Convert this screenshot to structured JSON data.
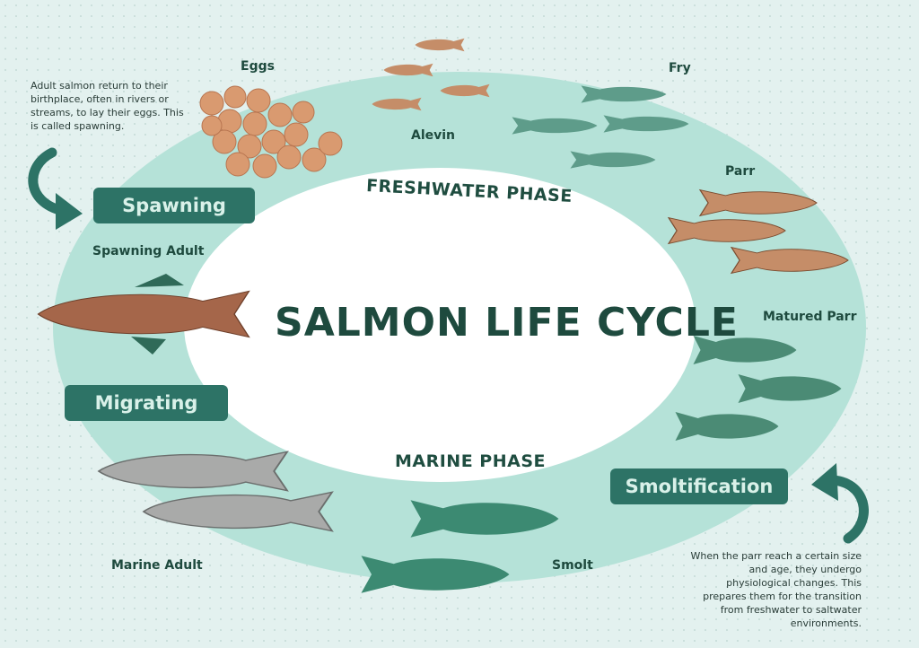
{
  "title": "SALMON LIFE CYCLE",
  "phases": {
    "freshwater": "FRESHWATER PHASE",
    "marine": "MARINE PHASE"
  },
  "stages": {
    "eggs": "Eggs",
    "alevin": "Alevin",
    "fry": "Fry",
    "parr": "Parr",
    "matured_parr": "Matured Parr",
    "smolt": "Smolt",
    "marine_adult": "Marine Adult",
    "spawning_adult": "Spawning Adult"
  },
  "processes": {
    "spawning": "Spawning",
    "migrating": "Migrating",
    "smoltification": "Smoltification"
  },
  "notes": {
    "spawning": "Adult salmon return to their birthplace, often in rivers or streams, to lay their eggs. This is called spawning.",
    "smoltification": "When the parr reach a certain size and age, they undergo physiological changes. This prepares them for the transition from freshwater to saltwater environments."
  },
  "colors": {
    "ring": "#b5e2d8",
    "center": "#ffffff",
    "pill": "#2d7366",
    "text_dark": "#1e4a3e",
    "spawner_body": "#a5664a",
    "parr_body": "#c58d68",
    "fry_body": "#5e9c8a",
    "marine_body": "#a9aaa9",
    "smolt_body": "#3c8a72",
    "egg": "#d99a70"
  }
}
